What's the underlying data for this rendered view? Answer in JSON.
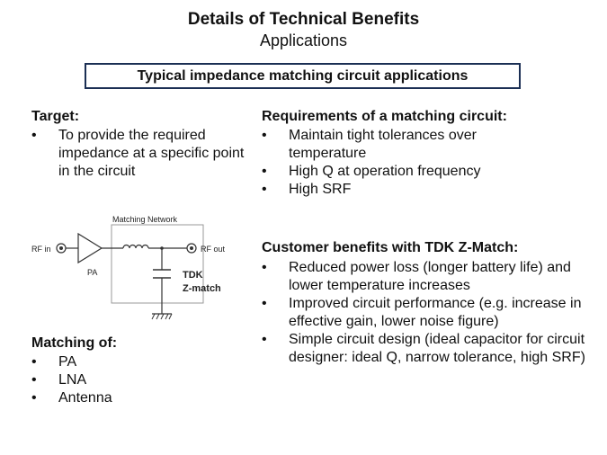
{
  "header": {
    "title": "Details of Technical Benefits",
    "subtitle": "Applications"
  },
  "banner": "Typical impedance matching circuit applications",
  "target": {
    "heading": "Target:",
    "bullets": [
      "To provide the required impedance at a specific point in the circuit"
    ]
  },
  "requirements": {
    "heading": "Requirements  of a matching circuit:",
    "bullets": [
      "Maintain tight tolerances over temperature",
      "High Q at operation frequency",
      "High SRF"
    ]
  },
  "diagram": {
    "network_label": "Matching Network",
    "rf_in": "RF in",
    "rf_out": "RF out",
    "pa_label": "PA",
    "tdk_label": "TDK",
    "zmatch_label": "Z-match"
  },
  "matching": {
    "heading": "Matching of:",
    "bullets": [
      "PA",
      "LNA",
      "Antenna"
    ]
  },
  "customer": {
    "heading": "Customer benefits with TDK Z-Match:",
    "bullets": [
      "Reduced power loss (longer battery life) and lower temperature increases",
      "Improved circuit performance (e.g. increase in effective gain, lower noise figure)",
      "Simple circuit design (ideal capacitor for circuit designer: ideal Q, narrow tolerance, high SRF)"
    ]
  },
  "bullet_char": "•"
}
